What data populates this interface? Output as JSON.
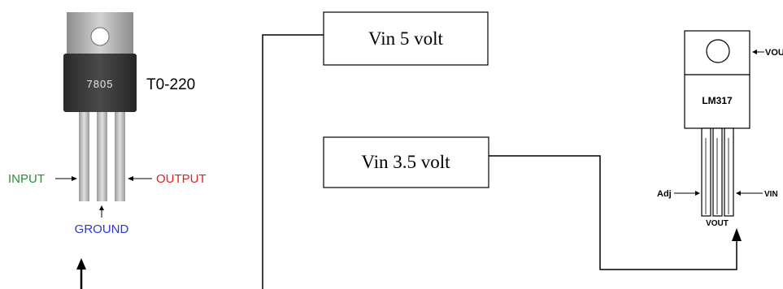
{
  "regulator_7805": {
    "part_number": "7805",
    "package": "T0-220",
    "input_label": "INPUT",
    "output_label": "OUTPUT",
    "ground_label": "GROUND",
    "colors": {
      "input": "#2e8b3a",
      "output": "#e02020",
      "ground": "#2a36d8"
    }
  },
  "regulator_lm317": {
    "part_number": "LM317",
    "tab_label": "VOU",
    "adj_label": "Adj",
    "vout_label": "VOUT",
    "vin_label": "VIN"
  },
  "boxes": {
    "vin5": "Vin 5 volt",
    "vin35": "Vin 3.5 volt"
  }
}
